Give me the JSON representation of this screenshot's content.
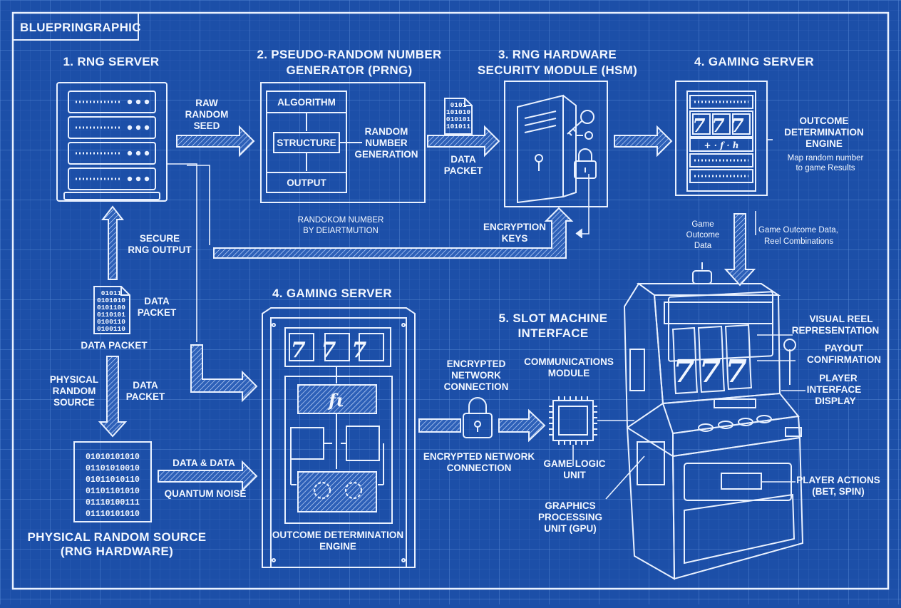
{
  "brand": "BLUEPRINGRAPHIC",
  "sections": {
    "rng_server": {
      "title": "1. RNG SERVER"
    },
    "prng": {
      "title_l1": "2. PSEUDO-RANDOM NUMBER",
      "title_l2": "GENERATOR (PRNG)",
      "algorithm": "ALGORITHM",
      "structure": "STRUCTURE",
      "output": "OUTPUT",
      "caption_l1": "RANDOKOM NUMBER",
      "caption_l2": "BY DEIARTMUTION"
    },
    "hsm": {
      "title_l1": "3. RNG HARDWARE",
      "title_l2": "SECURITY MODULE (HSM)"
    },
    "gaming_top": {
      "title": "4. GAMING SERVER",
      "reel": "777",
      "formula": "+ · f · h",
      "engine_l1": "OUTCOME",
      "engine_l2": "DETERMINATION",
      "engine_l3": "ENGINE",
      "map_l1": "Map random number",
      "map_l2": "to game Results"
    },
    "gaming_mid": {
      "title": "4. GAMING SERVER",
      "reel": "777",
      "func": "fι",
      "engine_l1": "OUTCOME DETERMINATION",
      "engine_l2": "ENGINE"
    },
    "slot": {
      "title_l1": "5. SLOT MACHINE",
      "title_l2": "INTERFACE",
      "reel": "777"
    },
    "physical": {
      "title_l1": "PHYSICAL RANDOM SOURCE",
      "title_l2": "(RNG HARDWARE)",
      "bits": [
        "01010101010",
        "01101010010",
        "01011010110",
        "01101101010",
        "01110100111",
        "01110101010"
      ]
    }
  },
  "labels": {
    "raw_seed": [
      "RAW",
      "RANDOM",
      "SEED"
    ],
    "random_gen": [
      "RANDOM",
      "NUMBER",
      "GENERATION"
    ],
    "data_packet_top": [
      "DATA",
      "PACKET"
    ],
    "encryption_keys": [
      "ENCRYPTION",
      "KEYS"
    ],
    "secure_output": [
      "SECURE",
      "RNG OUTPUT"
    ],
    "data_packet_left": [
      "DATA",
      "PACKET"
    ],
    "data_packet_caption": "DATA PACKET",
    "physical_source": [
      "PHYSICAL",
      "RANDOM",
      "SOURCE"
    ],
    "data_packet_down": [
      "DATA",
      "PACKET"
    ],
    "data_and_data": "DATA & DATA",
    "quantum_noise": "QUANTUM NOISE",
    "enc_net_top": [
      "ENCRYPTED",
      "NETWORK",
      "CONNECTION"
    ],
    "enc_net_bottom": [
      "ENCRYPTED NETWORK",
      "CONNECTION"
    ],
    "comm_module": [
      "COMMUNICATIONS",
      "MODULE"
    ],
    "game_logic": [
      "GAME LOGIC",
      "UNIT"
    ],
    "gpu": [
      "GRAPHICS",
      "PROCESSING",
      "UNIT (GPU)"
    ],
    "game_outcome": [
      "Game",
      "Outcome",
      "Data"
    ],
    "outcome_reel": [
      "Game Outcome Data,",
      "Reel Combinations"
    ],
    "visual_reel": [
      "VISUAL REEL",
      "REPRESENTATION"
    ],
    "payout": [
      "PAYOUT",
      "CONFIRMATION"
    ],
    "player_interface": [
      "PLAYER",
      "INTERFACE",
      "DISPLAY"
    ],
    "player_actions": [
      "PLAYER ACTIONS",
      "(BET, SPIN)"
    ]
  },
  "file_icon_top": [
    "0101",
    "101010",
    "010101",
    "101011"
  ],
  "file_icon_left": [
    "01011",
    "0101010",
    "0101100",
    "0110101",
    "0100110",
    "0100110"
  ],
  "colors": {
    "background": "#1c4fa8",
    "line": "#e9f1ff",
    "grid": "#3d6cc0"
  }
}
